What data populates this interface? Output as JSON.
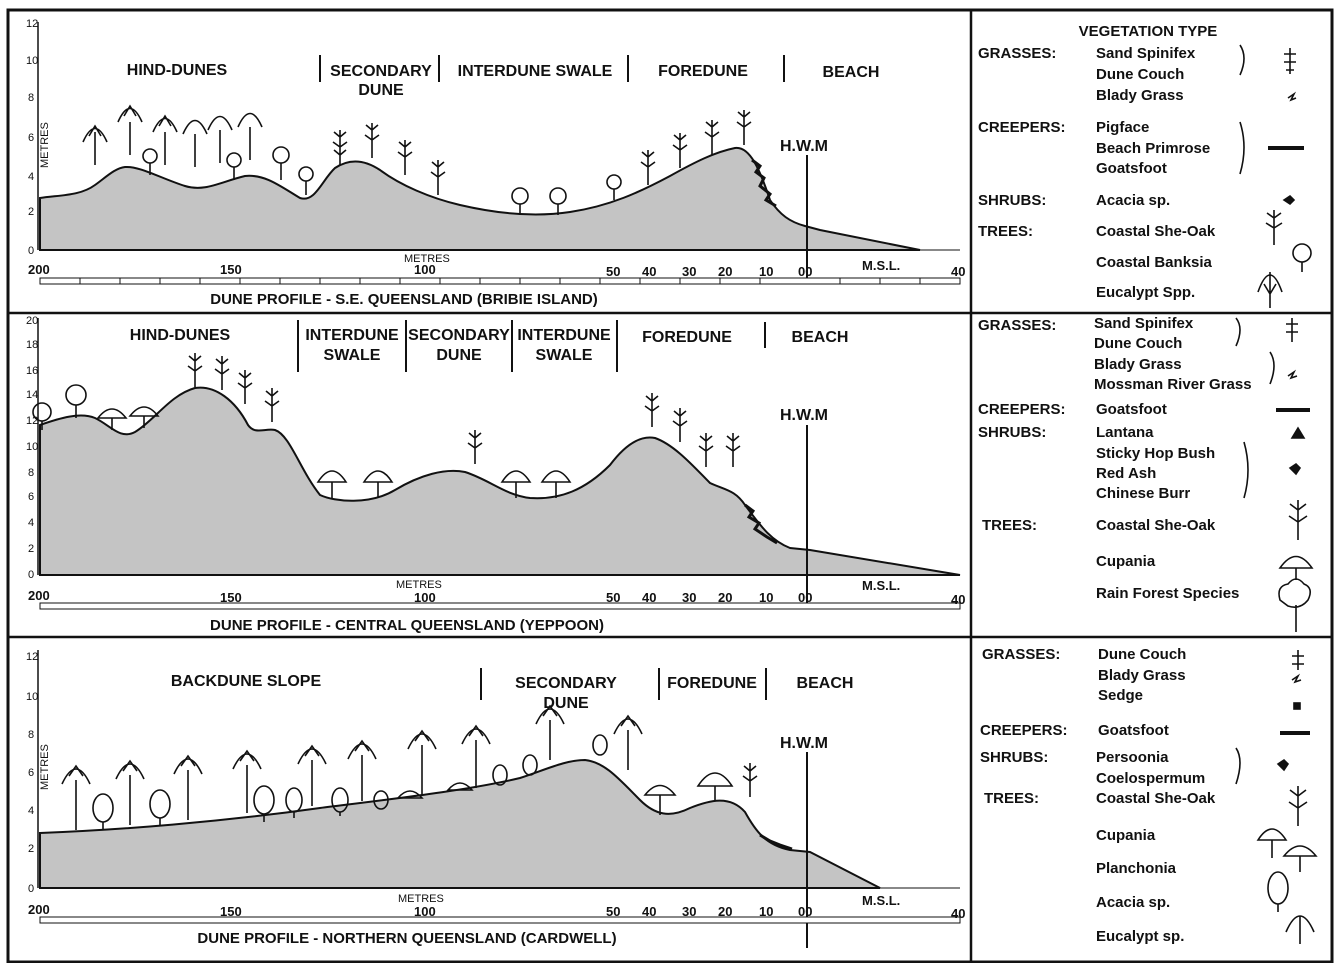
{
  "legend_title": "VEGETATION TYPE",
  "axis_unit_vertical": "METRES",
  "axis_unit_horizontal": "METRES",
  "hwm_label": "H.W.M",
  "msl_label": "M.S.L.",
  "x_ticks": [
    "200",
    "150",
    "100",
    "50",
    "40",
    "30",
    "20",
    "10",
    "00",
    "40"
  ],
  "panels": [
    {
      "caption": "DUNE PROFILE - S.E. QUEENSLAND (BRIBIE ISLAND)",
      "y_ticks": [
        "12",
        "10",
        "8",
        "6",
        "4",
        "2",
        "0"
      ],
      "zones": [
        {
          "lines": [
            "HIND-DUNES"
          ]
        },
        {
          "lines": [
            "SECONDARY",
            "DUNE"
          ]
        },
        {
          "lines": [
            "INTERDUNE SWALE"
          ]
        },
        {
          "lines": [
            "FOREDUNE"
          ]
        },
        {
          "lines": [
            "BEACH"
          ]
        }
      ],
      "legend": [
        {
          "category": "GRASSES:",
          "items": [
            "Sand Spinifex",
            "Dune Couch",
            "Blady Grass"
          ],
          "icon": "grass-icon"
        },
        {
          "category": "CREEPERS:",
          "items": [
            "Pigface",
            "Beach Primrose",
            "Goatsfoot"
          ],
          "icon": "creeper-icon"
        },
        {
          "category": "SHRUBS:",
          "items": [
            "Acacia sp."
          ],
          "icon": "shrub-icon"
        },
        {
          "category": "TREES:",
          "items": [
            "Coastal She-Oak",
            "Coastal Banksia",
            "Eucalypt Spp."
          ],
          "icon": "tree-icon"
        }
      ]
    },
    {
      "caption": "DUNE PROFILE - CENTRAL QUEENSLAND (YEPPOON)",
      "y_ticks": [
        "20",
        "18",
        "16",
        "14",
        "12",
        "10",
        "8",
        "6",
        "4",
        "2",
        "0"
      ],
      "zones": [
        {
          "lines": [
            "HIND-DUNES"
          ]
        },
        {
          "lines": [
            "INTERDUNE",
            "SWALE"
          ]
        },
        {
          "lines": [
            "SECONDARY",
            "DUNE"
          ]
        },
        {
          "lines": [
            "INTERDUNE",
            "SWALE"
          ]
        },
        {
          "lines": [
            "FOREDUNE"
          ]
        },
        {
          "lines": [
            "BEACH"
          ]
        }
      ],
      "legend": [
        {
          "category": "GRASSES:",
          "items": [
            "Sand Spinifex",
            "Dune Couch",
            "Blady Grass",
            "Mossman River Grass"
          ],
          "icon": "grass-icon"
        },
        {
          "category": "CREEPERS:",
          "items": [
            "Goatsfoot"
          ],
          "icon": "creeper-icon"
        },
        {
          "category": "SHRUBS:",
          "items": [
            "Lantana",
            "Sticky Hop Bush",
            "Red Ash",
            "Chinese Burr"
          ],
          "icon": "shrub-icon"
        },
        {
          "category": "TREES:",
          "items": [
            "Coastal She-Oak",
            "Cupania",
            "Rain Forest Species"
          ],
          "icon": "tree-icon"
        }
      ]
    },
    {
      "caption": "DUNE PROFILE - NORTHERN QUEENSLAND (CARDWELL)",
      "y_ticks": [
        "12",
        "10",
        "8",
        "6",
        "4",
        "2",
        "0"
      ],
      "zones": [
        {
          "lines": [
            "BACKDUNE SLOPE"
          ]
        },
        {
          "lines": [
            "SECONDARY",
            "DUNE"
          ]
        },
        {
          "lines": [
            "FOREDUNE"
          ]
        },
        {
          "lines": [
            "BEACH"
          ]
        }
      ],
      "legend": [
        {
          "category": "GRASSES:",
          "items": [
            "Dune Couch",
            "Blady Grass",
            "Sedge"
          ],
          "icon": "grass-icon"
        },
        {
          "category": "CREEPERS:",
          "items": [
            "Goatsfoot"
          ],
          "icon": "creeper-icon"
        },
        {
          "category": "SHRUBS:",
          "items": [
            "Persoonia",
            "Coelospermum"
          ],
          "icon": "shrub-icon"
        },
        {
          "category": "TREES:",
          "items": [
            "Coastal She-Oak",
            "Cupania",
            "Planchonia",
            "Acacia sp.",
            "Eucalypt sp."
          ],
          "icon": "tree-icon"
        }
      ]
    }
  ],
  "colors": {
    "dune_fill": "#c4c4c4",
    "ink": "#111111"
  }
}
